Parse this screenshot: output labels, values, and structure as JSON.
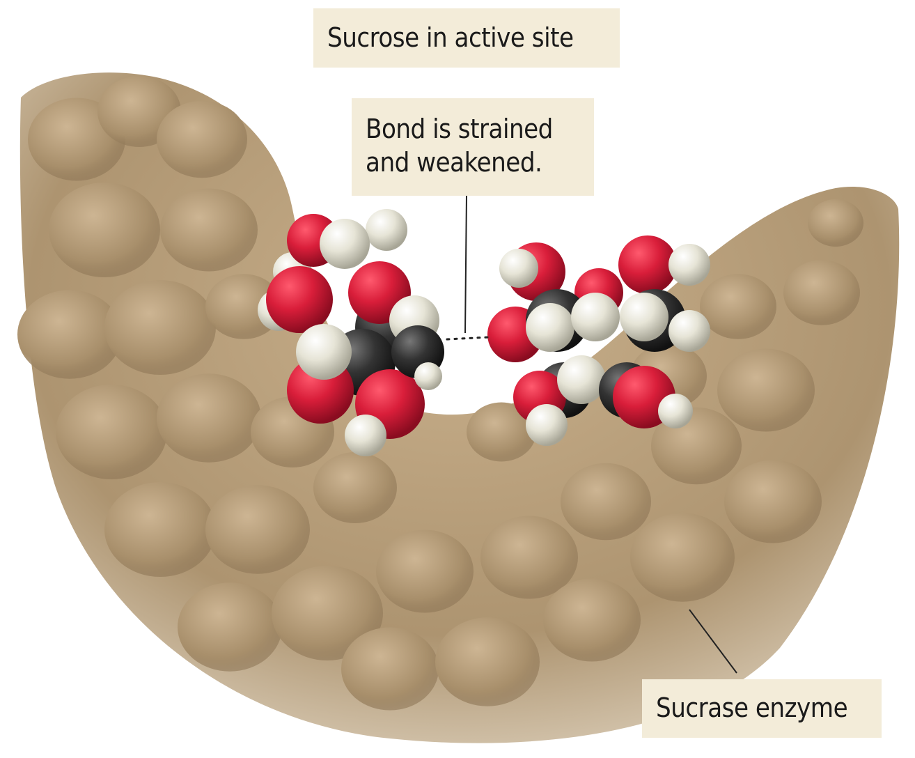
{
  "labels": {
    "sucrose_active_site": "Sucrose in active site",
    "bond_line1": "Bond is strained",
    "bond_line2": "and weakened.",
    "sucrase_enzyme": "Sucrase enzyme"
  },
  "colors": {
    "label_bg": "#f3ecd9",
    "enzyme": "#b59c78",
    "oxygen": "#d91e3a",
    "hydrogen": "#e6e4d6",
    "carbon": "#333333"
  }
}
